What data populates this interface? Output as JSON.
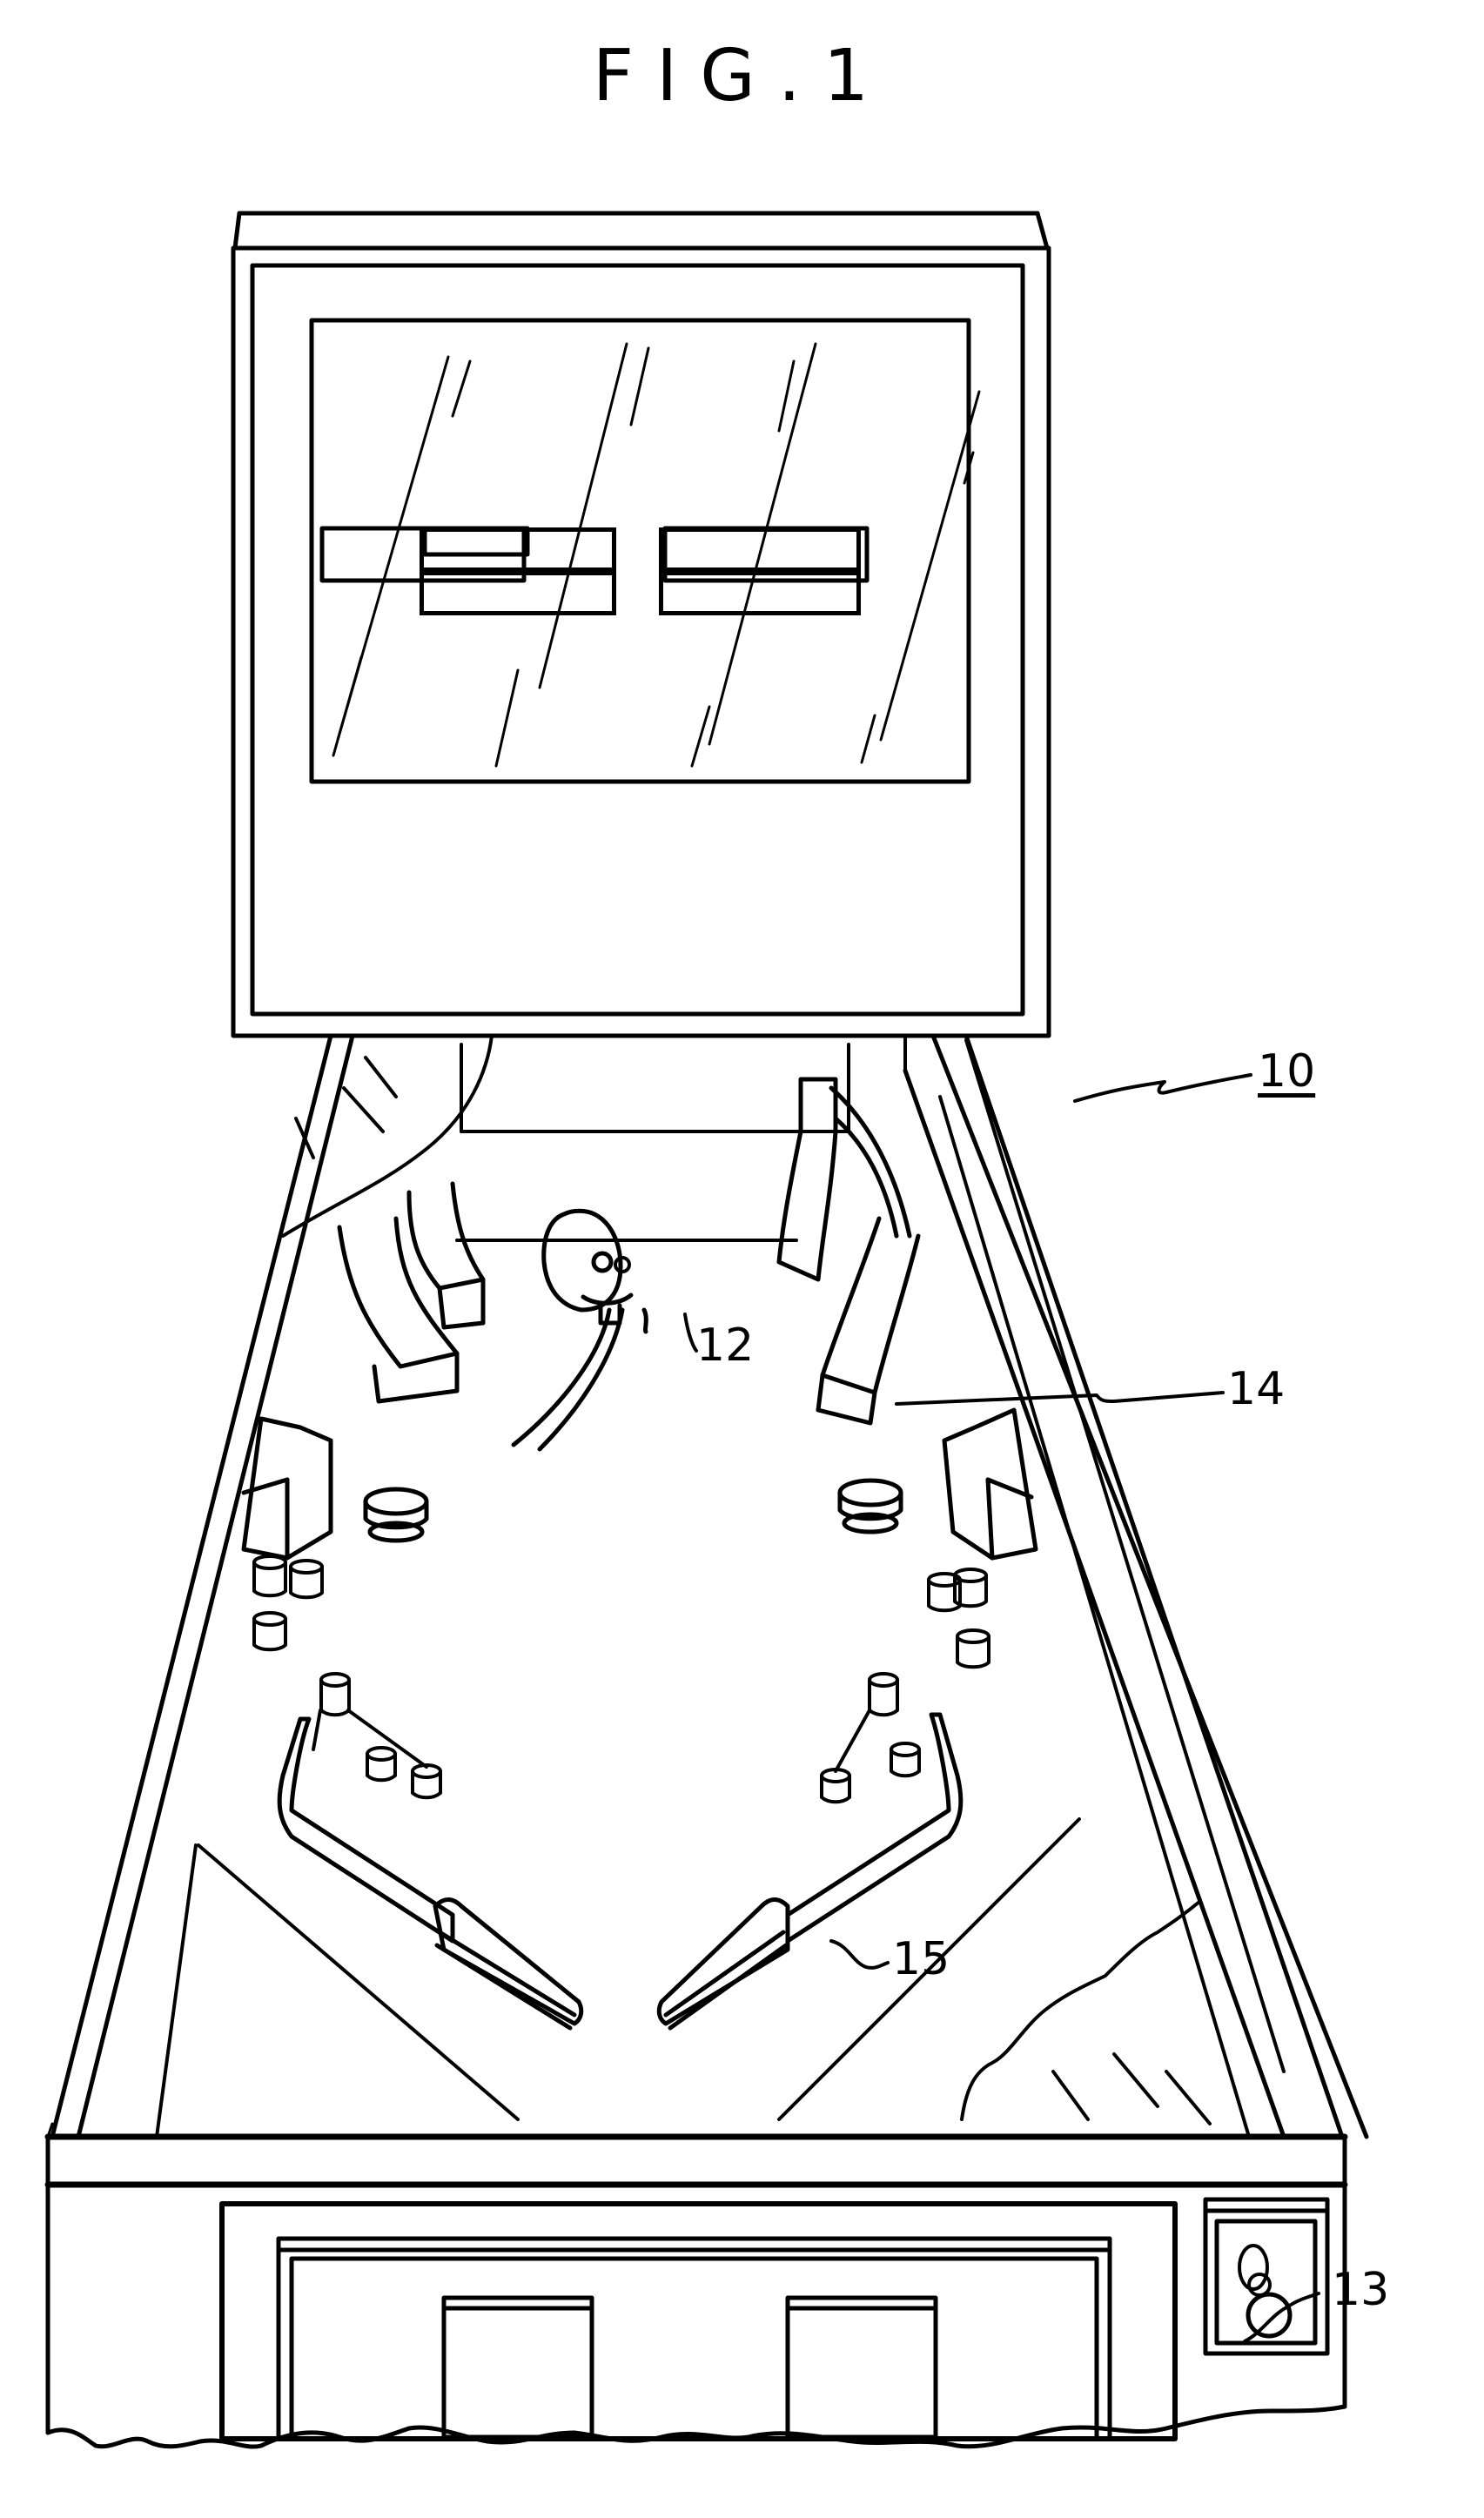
{
  "figure": {
    "title": "FIG.1",
    "subject": "pinball machine",
    "colors": {
      "stroke": "#000000",
      "background": "#ffffff"
    }
  },
  "reference_labels": [
    {
      "id": "10",
      "label": "10",
      "underlined": true,
      "points_to": "pinball machine (overall)"
    },
    {
      "id": "12",
      "label": "12",
      "points_to": "figure head / face toy on playfield"
    },
    {
      "id": "13",
      "label": "13",
      "points_to": "plunger / coin knob on front panel"
    },
    {
      "id": "14",
      "label": "14",
      "points_to": "playfield surface"
    },
    {
      "id": "15",
      "label": "15",
      "points_to": "flipper"
    }
  ],
  "components": {
    "backbox": {
      "display_screen": "video display",
      "score_windows": 4
    },
    "playfield": {
      "ramps": 4,
      "pop_bumpers": 2,
      "post_groups": 4,
      "flippers": 2,
      "slingshots": 2
    },
    "front_cabinet": {
      "coin_doors": 2,
      "plunger_panel": 1
    }
  }
}
